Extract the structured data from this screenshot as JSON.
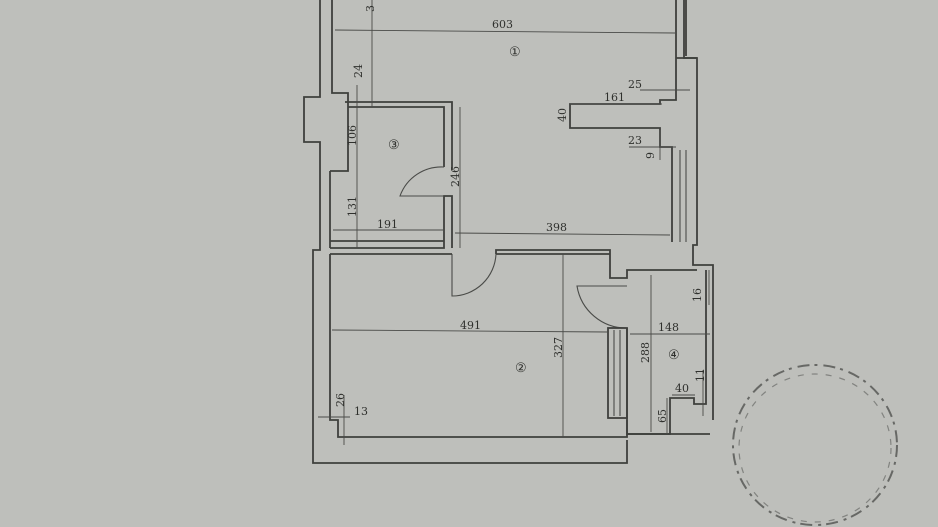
{
  "document": {
    "type": "floor-plan",
    "background_color": "#bebfbb",
    "line_color": "#3f403d"
  },
  "rooms": [
    {
      "id": "room-1",
      "number": "①"
    },
    {
      "id": "room-2",
      "number": "②"
    },
    {
      "id": "room-3",
      "number": "③"
    },
    {
      "id": "room-4",
      "number": "④"
    }
  ],
  "dimensions": {
    "top_partial": "3",
    "room1_width": "603",
    "room1_left_24": "24",
    "room1_right_25": "25",
    "room1_ledge_161": "161",
    "room1_ledge_40": "40",
    "room1_23": "23",
    "room1_9": "9",
    "room1_398": "398",
    "room3_106": "106",
    "room3_131": "131",
    "room3_191": "191",
    "room3_246": "246",
    "room2_491": "491",
    "room2_327": "327",
    "room2_26": "26",
    "room2_13": "13",
    "room4_16": "16",
    "room4_148": "148",
    "room4_288": "288",
    "room4_40": "40",
    "room4_11": "11",
    "room4_65": "65"
  },
  "stamp": {
    "description": "faded circular seal stamp",
    "text": ""
  }
}
